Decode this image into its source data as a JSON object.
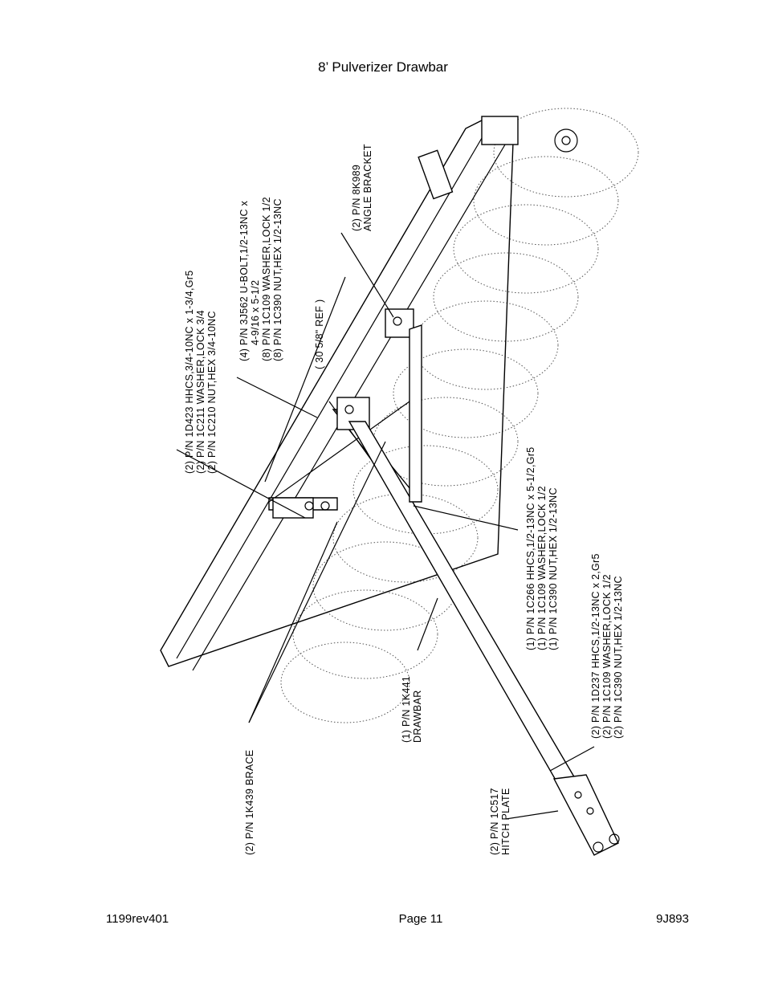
{
  "page": {
    "title": "8’ Pulverizer Drawbar",
    "footer_left": "1199rev401",
    "footer_center": "Page 11",
    "footer_right": "9J893"
  },
  "callouts": {
    "hhcs_34": [
      "(2) P/N 1D423 HHCS,3/4-10NC x 1-3/4,Gr5",
      "(2) P/N 1C211 WASHER,LOCK 3/4",
      "(2) P/N 1C210 NUT,HEX 3/4-10NC"
    ],
    "ubolt": [
      "(4) P/N 3J562 U-BOLT,1/2-13NC x",
      "4-9/16 x 5-1/2",
      "(8) P/N 1C109 WASHER,LOCK 1/2",
      "(8) P/N 1C390 NUT,HEX 1/2-13NC"
    ],
    "ref_dim": "( 30 5/8\" REF )",
    "angle_bracket": [
      "(2) P/N 8K989",
      "ANGLE BRACKET"
    ],
    "hhcs_12_long": [
      "(1) P/N 1C266 HHCS,1/2-13NC x 5-1/2,Gr5",
      "(1) P/N 1C109 WASHER,LOCK 1/2",
      "(1) P/N 1C390 NUT,HEX 1/2-13NC"
    ],
    "hhcs_12_short": [
      "(2) P/N 1D237 HHCS,1/2-13NC x 2,Gr5",
      "(2) P/N 1C109 WASHER,LOCK 1/2",
      "(2) P/N 1C390 NUT,HEX 1/2-13NC"
    ],
    "brace": "(2) P/N 1K439 BRACE",
    "drawbar": [
      "(1) P/N 1K441",
      "DRAWBAR"
    ],
    "hitch_plate": [
      "(2) P/N 1C517",
      "HITCH PLATE"
    ]
  }
}
